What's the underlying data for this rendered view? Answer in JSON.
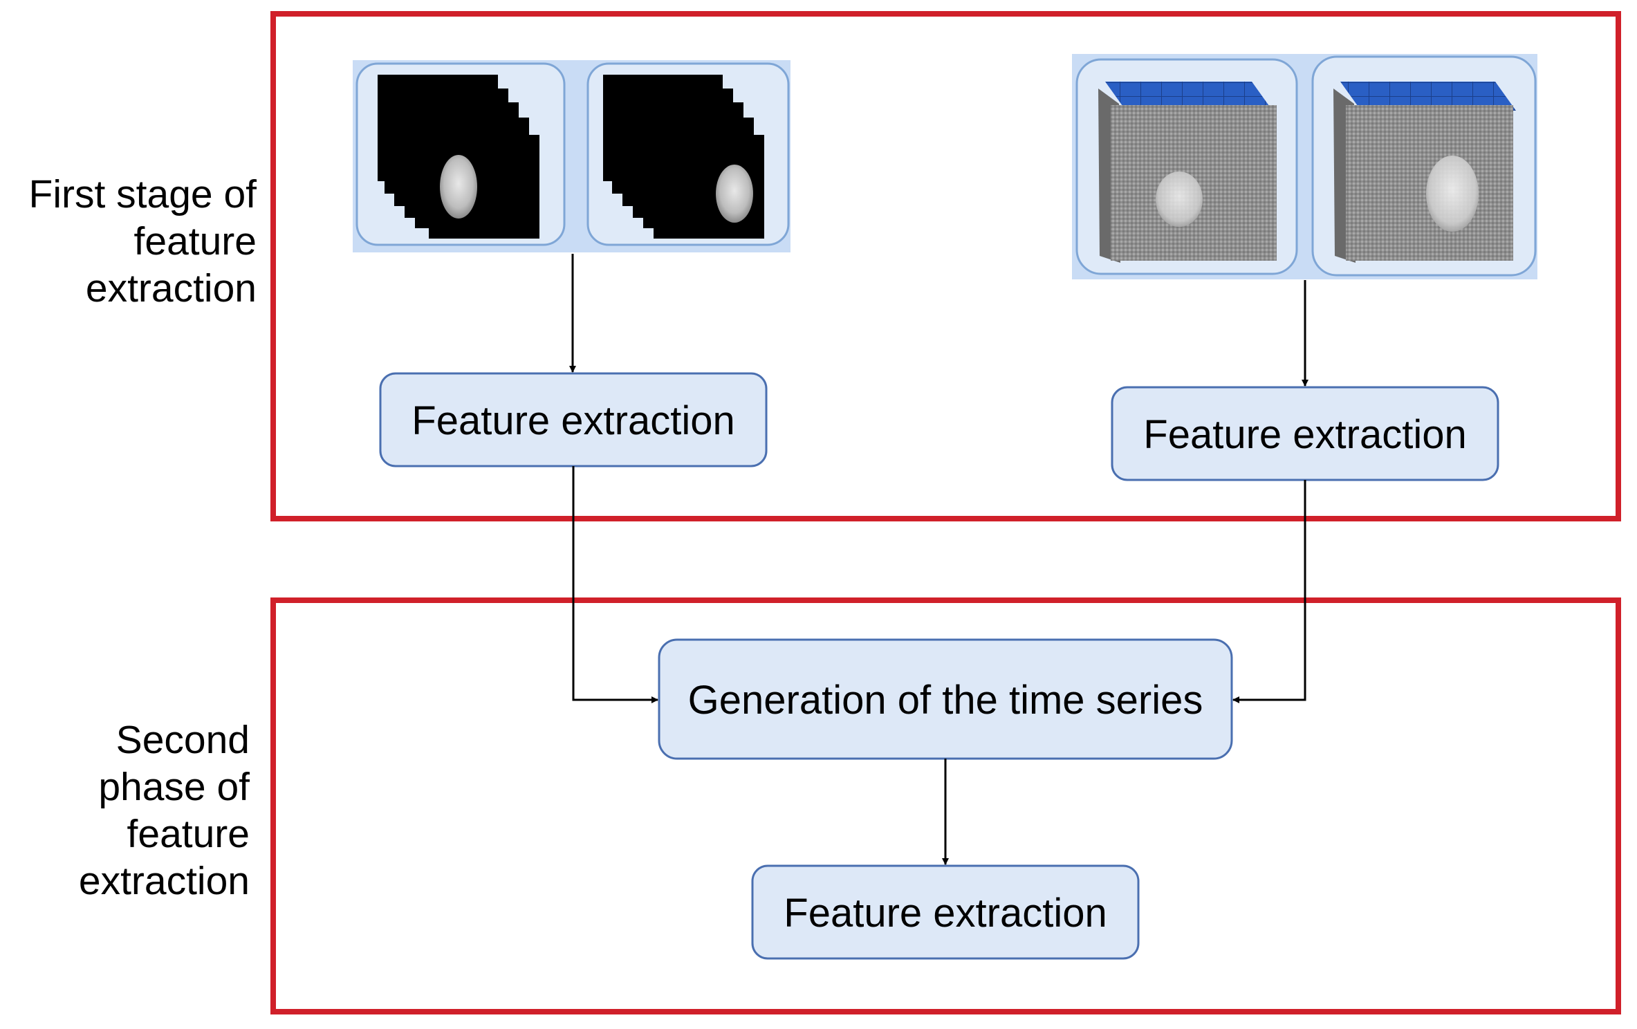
{
  "stage_labels": {
    "first": [
      "First stage of",
      "feature",
      "extraction"
    ],
    "second": [
      "Second",
      "phase of",
      "feature",
      "extraction"
    ]
  },
  "boxes": {
    "fe_left": "Feature extraction",
    "fe_right": "Feature extraction",
    "time_series": "Generation of the time series",
    "fe_bottom": "Feature extraction"
  },
  "colors": {
    "stage_frame": "#d0202a",
    "box_fill": "#dde8f7",
    "box_stroke": "#4a6fb0",
    "image_frame": "#7fa6d6",
    "image_bg": "#c9dcf5",
    "volume_blue": "#2255b8",
    "volume_gray": "#9a9a9a"
  },
  "icons": {
    "left_pair": "masked-slice-stack-icon",
    "right_pair": "volume-stack-icon"
  }
}
